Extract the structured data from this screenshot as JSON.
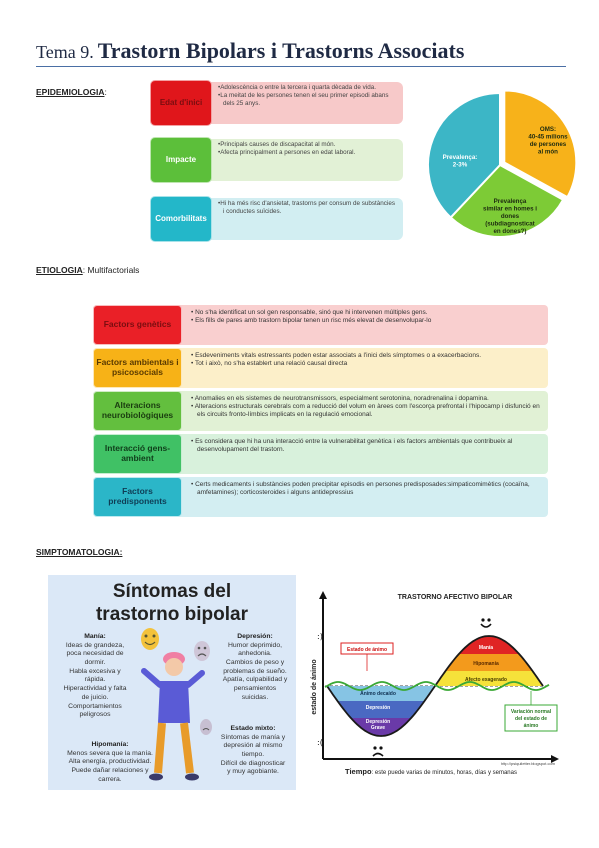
{
  "header": {
    "tema": "Tema 9.",
    "title": "Trastorn Bipolars i Trastorns Associats"
  },
  "epidemiology": {
    "heading": "EPIDEMIOLOGIA",
    "suffix": ":",
    "rows": [
      {
        "label": "Edat d'inici",
        "color": "#e0161b",
        "fill": "#f7c9c9",
        "lines": [
          "•Adolescència o entre la tercera i quarta dècada de vida.",
          "•La meitat de les persones tenen el seu primer episodi abans dels 25 anys."
        ]
      },
      {
        "label": "Impacte",
        "color": "#5cbf3a",
        "fill": "#e2f1d6",
        "lines": [
          "•Principals causes de discapacitat al món.",
          "•Afecta principalment a persones en edat laboral."
        ]
      },
      {
        "label": "Comorbilitats",
        "color": "#23b7c9",
        "fill": "#d2eef2",
        "lines": [
          "•Hi ha més risc d'ansietat, trastorns per consum de substàncies i conductes suïcides."
        ]
      }
    ],
    "pie": {
      "slices": [
        {
          "label": "OMS: 40-45 milions de persones al món",
          "lines": [
            "OMS:",
            "40-45 milions",
            "de persones",
            "al món"
          ],
          "value": 33,
          "color": "#f7b21a"
        },
        {
          "label": "Prevalença similar en homes i dones (subdiagnosticat en dones?)",
          "lines": [
            "Prevalença",
            "similar en homes i",
            "dones",
            "(subdiagnosticat",
            "en dones?)"
          ],
          "value": 29,
          "color": "#7dcb36"
        },
        {
          "label": "Prevalença: 2-3%",
          "lines": [
            "Prevalença:",
            "2-3%"
          ],
          "value": 38,
          "color": "#3cb6c6"
        }
      ]
    }
  },
  "etiology": {
    "heading": "ETIOLOGIA",
    "suffix": ": Multifactorials",
    "rows": [
      {
        "label": "Factors genètics",
        "color": "#ea2027",
        "fill": "#f9cfcf",
        "lines": [
          "• No s'ha identificat un sol gen responsable, sinó que hi intervenen múltiples gens.",
          "• Els fills de pares amb trastorn bipolar tenen un risc més elevat de desenvolupar-lo"
        ]
      },
      {
        "label": "Factors ambientals i psicosocials",
        "color": "#f7b217",
        "fill": "#fcefc9",
        "lines": [
          "• Esdeveniments vitals estressants poden estar associats a l'inici dels símptomes o a exacerbacions.",
          "• Tot i això, no s'ha establert una relació causal directa"
        ]
      },
      {
        "label": "Alteracions neurobiològiques",
        "color": "#63bf3e",
        "fill": "#e1f1d5",
        "lines": [
          "• Anomalies en els sistemes de neurotransmissors, especialment serotonina, noradrenalina i dopamina.",
          "• Alteracions estructurals cerebrals com a reducció del volum en àrees com l'escorça prefrontal i l'hipocamp i disfunció en els circuits fronto-límbics implicats en la regulació emocional."
        ]
      },
      {
        "label": "Interacció gens-ambient",
        "color": "#40c165",
        "fill": "#d8f1dc",
        "lines": [
          "• Es considera que hi ha una interacció entre la vulnerabilitat genètica i els factors ambientals que contribueix al desenvolupament del trastorn."
        ]
      },
      {
        "label": "Factors predisponents",
        "color": "#2bb6c8",
        "fill": "#d3eef2",
        "lines": [
          "• Certs medicaments i substàncies poden precipitar episodis en persones predisposades:simpaticomimètics (cocaïna, amfetamines); corticosteroides i alguns antidepressius"
        ]
      }
    ]
  },
  "symptomatology": {
    "heading": "SIMPTOMATOLOGIA:",
    "poster": {
      "title_lines": [
        "Síntomas del",
        "trastorno bipolar"
      ],
      "mania": {
        "heading": "Manía:",
        "lines": [
          "Ideas de grandeza,",
          "poca necesidad de",
          "dormir.",
          "Habla excesiva y",
          "rápida.",
          "Hiperactividad y falta",
          "de juicio.",
          "Comportamientos",
          "peligrosos"
        ]
      },
      "hipomania": {
        "heading": "Hipomanía:",
        "lines": [
          "Menos severa que la manía.",
          "Alta energía, productividad.",
          "Puede dañar relaciones y",
          "carrera."
        ]
      },
      "depresion": {
        "heading": "Depresión:",
        "lines": [
          "Humor deprimido,",
          "anhedonia.",
          "Cambios de peso y",
          "problemas de sueño.",
          "Apatía, culpabilidad y",
          "pensamientos",
          "suicidas."
        ]
      },
      "mixto": {
        "heading": "Estado mixto:",
        "lines": [
          "Síntomas de manía y",
          "depresión al mismo",
          "tiempo.",
          "Difícil de diagnosticar",
          "y muy agobiante."
        ]
      }
    },
    "graph": {
      "title": "TRASTORNO AFECTIVO BIPOLAR",
      "ylabel": "estado de ánimo",
      "xlabel_bold": "Tiempo",
      "xlabel_rest": ": este puede varias de minutos, horas, días y semanas",
      "legend_estado": "Estado de ánimo",
      "legend_variacion": [
        "Variación normal",
        "del estado de",
        "ánimo"
      ],
      "mania_bands": [
        "Manía",
        "Hipomanía",
        "Afecto exagerado"
      ],
      "depression_bands": [
        "Ánimo decaído",
        "Depresión",
        "Depresión",
        "Grave"
      ],
      "credit": "http://psiquiletter.blogspot.com",
      "colors": {
        "mania": "#e02424",
        "hipomania": "#f39a1c",
        "afecto": "#f6e23a",
        "decaido": "#86c4e4",
        "depresion": "#4a69c2",
        "grave": "#6a3aa8",
        "normal_wave": "#3aa835",
        "curve": "#1a1a1a"
      }
    }
  }
}
